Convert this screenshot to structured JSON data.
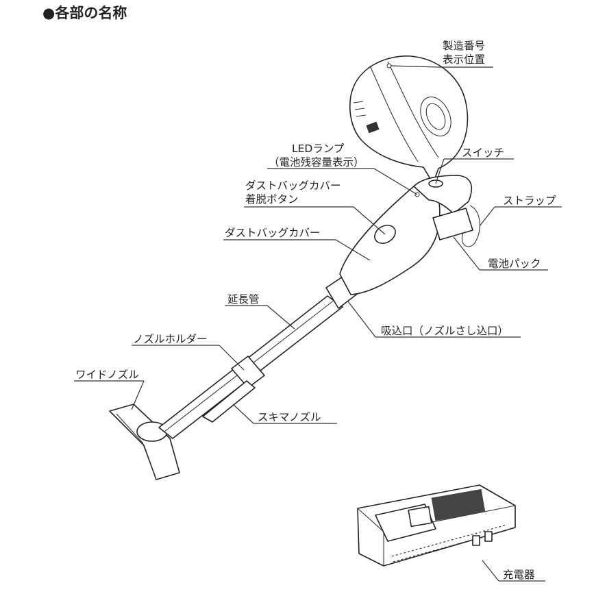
{
  "title": "●各部の名称",
  "labels": {
    "serial_position_line1": "製造番号",
    "serial_position_line2": "表示位置",
    "led_lamp_line1": "LEDランプ",
    "led_lamp_line2": "（電池残容量表示）",
    "switch": "スイッチ",
    "dust_cover_release_line1": "ダストバッグカバー",
    "dust_cover_release_line2": "着脱ボタン",
    "strap": "ストラップ",
    "dust_bag_cover": "ダストバッグカバー",
    "battery_pack": "電池パック",
    "extension_pipe": "延長管",
    "suction_inlet": "吸込口（ノズルさし込口）",
    "nozzle_holder": "ノズルホルダー",
    "wide_nozzle": "ワイドノズル",
    "crevice_nozzle": "スキマノズル",
    "charger": "充電器"
  }
}
